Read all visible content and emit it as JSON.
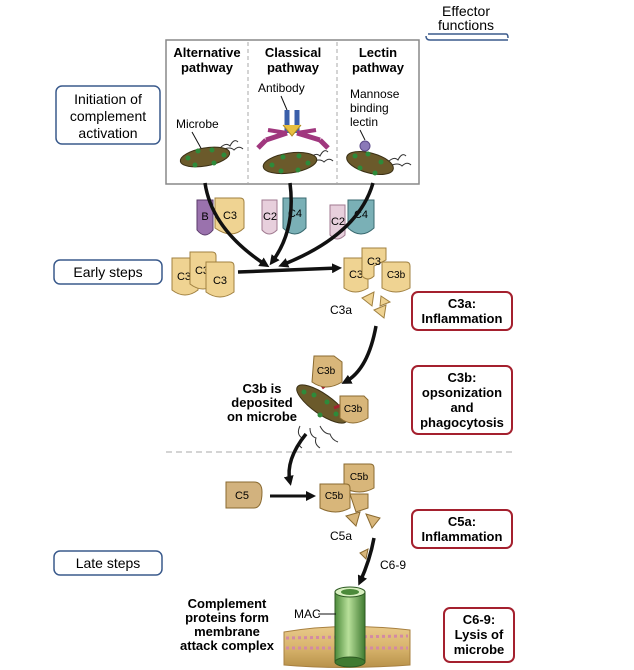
{
  "header": {
    "effector_label_line1": "Effector",
    "effector_label_line2": "functions"
  },
  "stages": {
    "initiation": [
      "Initiation of",
      "complement",
      "activation"
    ],
    "early": "Early steps",
    "late": "Late steps"
  },
  "pathways": {
    "alternative": [
      "Alternative",
      "pathway"
    ],
    "classical": [
      "Classical",
      "pathway"
    ],
    "lectin": [
      "Lectin",
      "pathway"
    ]
  },
  "labels": {
    "microbe": "Microbe",
    "antibody": "Antibody",
    "mbl": [
      "Mannose",
      "binding",
      "lectin"
    ],
    "c3b_deposit": [
      "C3b is",
      "deposited",
      "on microbe"
    ],
    "c5a": "C5a",
    "c3a": "C3a",
    "c6_9": "C6-9",
    "mac": "MAC",
    "mac_caption": [
      "Complement",
      "proteins form",
      "membrane",
      "attack complex"
    ]
  },
  "proteins": {
    "B": "B",
    "C3": "C3",
    "C2": "C2",
    "C4": "C4",
    "C3b": "C3b",
    "C5": "C5",
    "C5b": "C5b"
  },
  "effectors": {
    "c3a": [
      "C3a:",
      "Inflammation"
    ],
    "c3b": [
      "C3b:",
      "opsonization",
      "and",
      "phagocytosis"
    ],
    "c5a": [
      "C5a:",
      "Inflammation"
    ],
    "c6_9": [
      "C6-9:",
      "Lysis of",
      "microbe"
    ]
  },
  "colors": {
    "accent_red": "#a4202e",
    "label_border": "#3a5a8c",
    "c3_fill": "#efd392",
    "c4_fill": "#7ab0b6",
    "c2_fill": "#e7cfdc",
    "b_fill": "#9a72ad",
    "c5_fill": "#d2b27e",
    "microbe_fill": "#6b5a2b",
    "antibody_fill": "#a0377e"
  }
}
